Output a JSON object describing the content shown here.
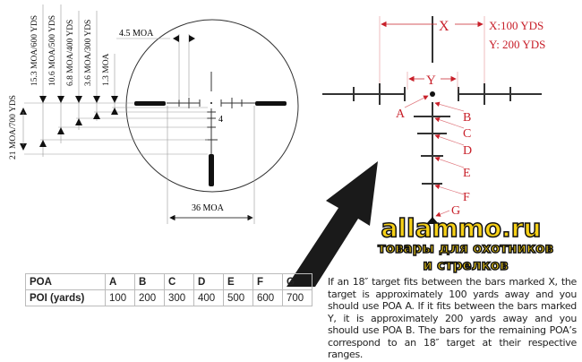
{
  "left_diagram": {
    "vertical_labels": [
      "21 MOA/700 YDS",
      "15.3 MOA/600 YDS",
      "10.6 MOA/500 YDS",
      "6.8 MOA/400 YDS",
      "3.6 MOA/300 YDS",
      "1.3 MOA"
    ],
    "top_dimension": "4.5 MOA",
    "bottom_dimension": "36 MOA",
    "tick_label": "4"
  },
  "right_diagram": {
    "x_label": "X",
    "y_label": "Y",
    "legend_x": "X:100 YDS",
    "legend_y": "Y: 200 YDS",
    "poa_labels": [
      "A",
      "B",
      "C",
      "D",
      "E",
      "F",
      "G"
    ],
    "accent_color": "#c8202a"
  },
  "table": {
    "header": [
      "POA",
      "A",
      "B",
      "C",
      "D",
      "E",
      "F",
      "G"
    ],
    "row": [
      "POI (yards)",
      "100",
      "200",
      "300",
      "400",
      "500",
      "600",
      "700"
    ]
  },
  "paragraph": "If an 18″ target fits between the bars marked X, the target is approximately 100 yards away and you should use POA A.  If it fits between the bars marked Y, it is approximately 200 yards away and you should use POA B.  The bars for the remaining POA’s correspond to an 18″ target at their respective ranges.",
  "watermark": {
    "site": "allammo.ru",
    "line1": "товары для охотников",
    "line2": "и стрелков"
  }
}
